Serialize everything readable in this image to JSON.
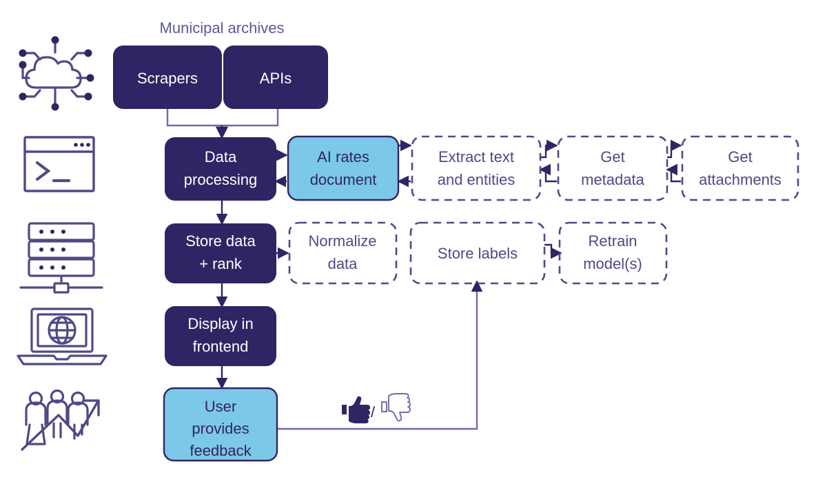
{
  "diagram": {
    "title": "Municipal archives",
    "colors": {
      "dark_fill": "#312464",
      "light_fill": "#7CC8E8",
      "dark_stroke": "#312464",
      "outline_stroke": "#4e4a85",
      "connector": "#6f6aa8",
      "text_light": "#ffffff",
      "text_dark": "#312464",
      "text_outline": "#4e4a85",
      "title_color": "#585a9b",
      "icon_color": "#4e4a85",
      "background": "#ffffff"
    },
    "icons": [
      {
        "name": "cloud-network-icon",
        "label": "cloud-network"
      },
      {
        "name": "terminal-window-icon",
        "label": "terminal-window"
      },
      {
        "name": "server-stack-icon",
        "label": "server-stack"
      },
      {
        "name": "laptop-globe-icon",
        "label": "laptop-globe"
      },
      {
        "name": "people-growth-icon",
        "label": "people-growth"
      }
    ],
    "nodes": {
      "scrapers": {
        "label": "Scrapers",
        "style": "filled-dark"
      },
      "apis": {
        "label": "APIs",
        "style": "filled-dark"
      },
      "data_processing": {
        "line1": "Data",
        "line2": "processing",
        "style": "filled-dark"
      },
      "ai_rates_document": {
        "line1": "AI rates",
        "line2": "document",
        "style": "filled-light"
      },
      "extract_text": {
        "line1": "Extract text",
        "line2": "and entities",
        "style": "dashed-outline"
      },
      "get_metadata": {
        "line1": "Get",
        "line2": "metadata",
        "style": "dashed-outline"
      },
      "get_attachments": {
        "line1": "Get",
        "line2": "attachments",
        "style": "dashed-outline"
      },
      "store_data_rank": {
        "line1": "Store data",
        "line2": "+ rank",
        "style": "filled-dark"
      },
      "normalize_data": {
        "line1": "Normalize",
        "line2": "data",
        "style": "dashed-outline"
      },
      "store_labels": {
        "line1": "Store labels",
        "line2": "",
        "style": "dashed-outline"
      },
      "retrain_models": {
        "line1": "Retrain",
        "line2": "model(s)",
        "style": "dashed-outline"
      },
      "display_frontend": {
        "line1": "Display in",
        "line2": "frontend",
        "style": "filled-dark"
      },
      "user_feedback": {
        "line1": "User",
        "line2": "provides",
        "line3": "feedback",
        "style": "filled-light"
      }
    },
    "feedback_marker": {
      "thumbs_up": "thumbs-up-icon",
      "separator": "/",
      "thumbs_down": "thumbs-down-icon"
    }
  }
}
